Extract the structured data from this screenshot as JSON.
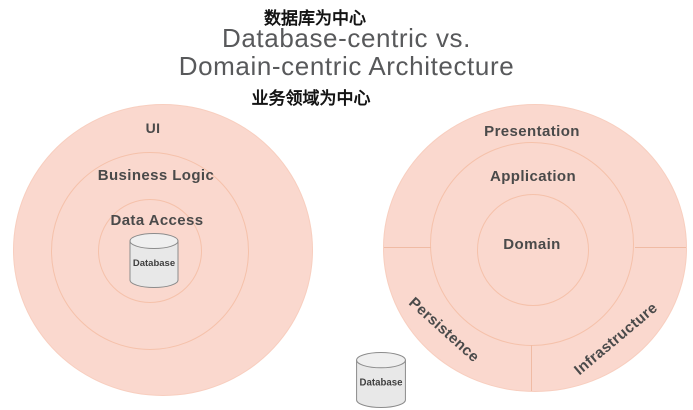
{
  "header": {
    "top_label_zh": "数据库为中心",
    "title": "Database-centric vs.\nDomain-centric Architecture",
    "bottom_label_zh": "业务领域为中心"
  },
  "left_diagram": {
    "name": "Database-centric architecture",
    "layers": {
      "outer": "UI",
      "middle": "Business Logic",
      "inner": "Data Access"
    },
    "database_label": "Database"
  },
  "right_diagram": {
    "name": "Domain-centric architecture",
    "layers": {
      "outer": "Presentation",
      "middle": "Application",
      "inner": "Domain"
    },
    "sections": {
      "lower_left": "Persistence",
      "lower_right": "Infrastructure"
    },
    "database_label": "Database"
  },
  "colors": {
    "circle_fill": "#fad8ce",
    "divider_line": "#f0bba4",
    "title_text": "#58595b",
    "label_text": "#4a4a4a",
    "zh_text": "#141414",
    "cyl_fill": "#e8e8e8",
    "cyl_stroke": "#8c8c8c"
  }
}
